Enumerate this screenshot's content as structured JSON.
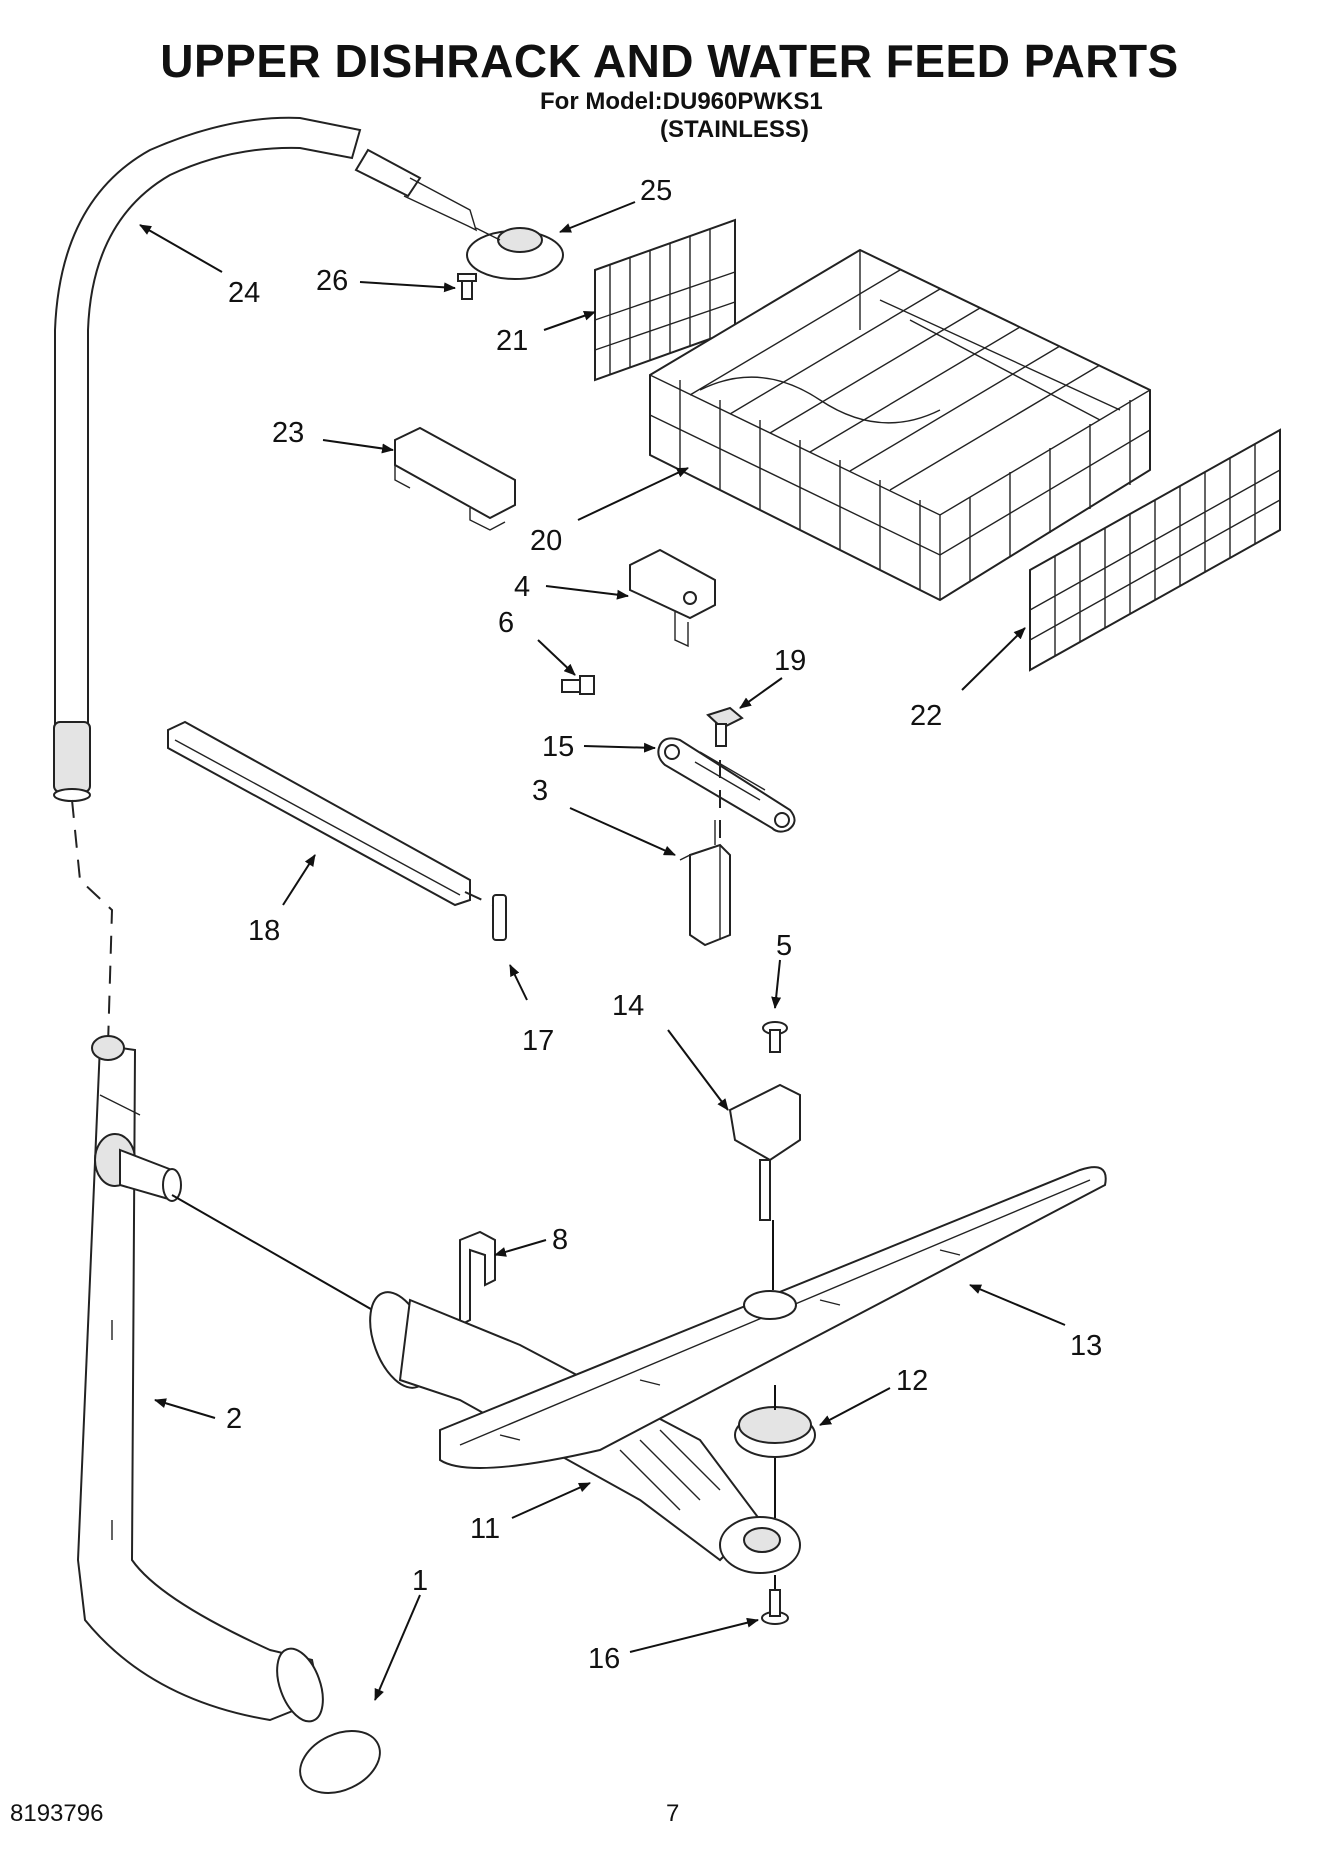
{
  "header": {
    "title": "UPPER DISHRACK AND WATER FEED PARTS",
    "model_line": "For Model:DU960PWKS1",
    "finish_line": "(STAINLESS)"
  },
  "callouts": [
    {
      "id": "1",
      "label": "1"
    },
    {
      "id": "2",
      "label": "2"
    },
    {
      "id": "3",
      "label": "3"
    },
    {
      "id": "4",
      "label": "4"
    },
    {
      "id": "5",
      "label": "5"
    },
    {
      "id": "6",
      "label": "6"
    },
    {
      "id": "8",
      "label": "8"
    },
    {
      "id": "11",
      "label": "11"
    },
    {
      "id": "12",
      "label": "12"
    },
    {
      "id": "13",
      "label": "13"
    },
    {
      "id": "14",
      "label": "14"
    },
    {
      "id": "15",
      "label": "15"
    },
    {
      "id": "16",
      "label": "16"
    },
    {
      "id": "17",
      "label": "17"
    },
    {
      "id": "18",
      "label": "18"
    },
    {
      "id": "19",
      "label": "19"
    },
    {
      "id": "20",
      "label": "20"
    },
    {
      "id": "21",
      "label": "21"
    },
    {
      "id": "22",
      "label": "22"
    },
    {
      "id": "23",
      "label": "23"
    },
    {
      "id": "24",
      "label": "24"
    },
    {
      "id": "25",
      "label": "25"
    },
    {
      "id": "26",
      "label": "26"
    }
  ],
  "footer": {
    "doc_number": "8193796",
    "page_number": "7"
  }
}
